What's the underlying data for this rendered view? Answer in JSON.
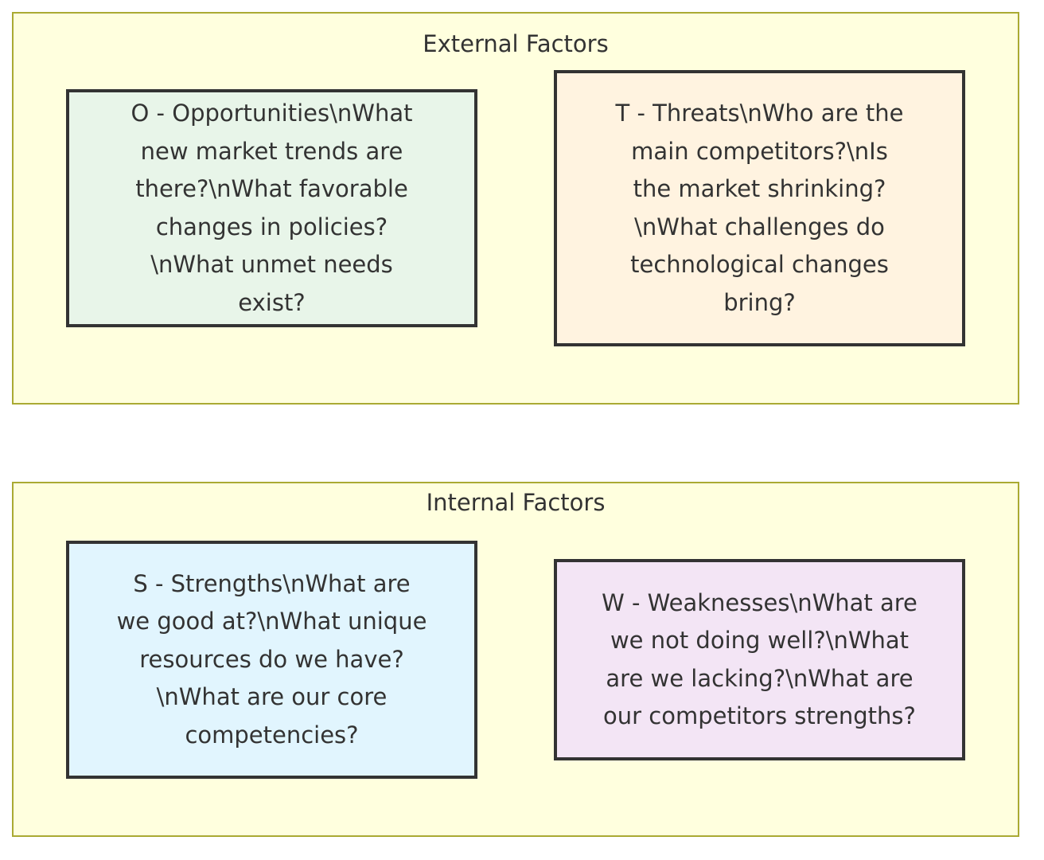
{
  "external": {
    "title": "External Factors",
    "opportunities": "O - Opportunities\\nWhat new market trends are there?\\nWhat favorable changes in policies?\\nWhat unmet needs exist?",
    "threats": "T - Threats\\nWho are the main competitors?\\nIs the market shrinking?\\nWhat challenges do technological changes bring?"
  },
  "internal": {
    "title": "Internal Factors",
    "strengths": "S - Strengths\\nWhat are we good at?\\nWhat unique resources do we have?\\nWhat are our core competencies?",
    "weaknesses": "W - Weaknesses\\nWhat are we not doing well?\\nWhat are we lacking?\\nWhat are our competitors strengths?"
  },
  "colors": {
    "cluster_fill": "#ffffde",
    "cluster_border": "#aaaa33",
    "opportunities_fill": "#e8f5e9",
    "threats_fill": "#fff3e0",
    "strengths_fill": "#e1f5fe",
    "weaknesses_fill": "#f3e5f5",
    "node_border": "#333333"
  }
}
